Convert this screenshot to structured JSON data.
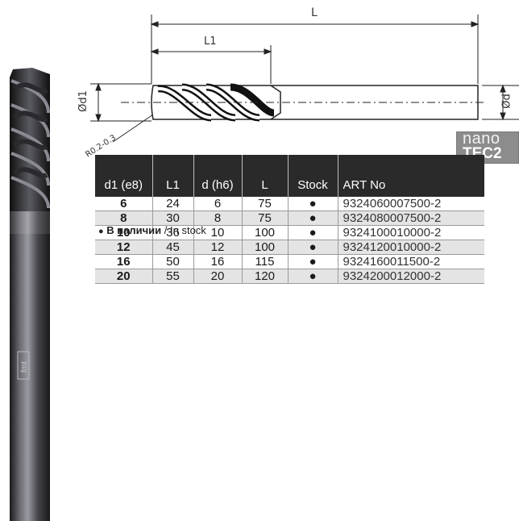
{
  "drawing": {
    "dim_L": "L",
    "dim_L1": "L1",
    "dim_d1": "Ød1",
    "dim_d": "Ød",
    "radius": "R0.2-0.3"
  },
  "badge": {
    "line1": "nano",
    "line2": "TEC2"
  },
  "shank_brand": "fmt",
  "table": {
    "headers": [
      "d1 (e8)",
      "L1",
      "d (h6)",
      "L",
      "Stock",
      "ART No"
    ],
    "rows": [
      [
        "6",
        "24",
        "6",
        "75",
        "●",
        "9324060007500-2"
      ],
      [
        "8",
        "30",
        "8",
        "75",
        "●",
        "9324080007500-2"
      ],
      [
        "10",
        "36",
        "10",
        "100",
        "●",
        "9324100010000-2"
      ],
      [
        "12",
        "45",
        "12",
        "100",
        "●",
        "9324120010000-2"
      ],
      [
        "16",
        "50",
        "16",
        "115",
        "●",
        "9324160011500-2"
      ],
      [
        "20",
        "55",
        "20",
        "120",
        "●",
        "9324200012000-2"
      ]
    ]
  },
  "legend": {
    "dot": "●",
    "ru": "В наличии",
    "sep": " / ",
    "en": "In stock"
  },
  "colors": {
    "header_bg": "#2a2a2a",
    "alt_row": "#e4e4e4",
    "badge_bg": "#8c8c8c"
  }
}
